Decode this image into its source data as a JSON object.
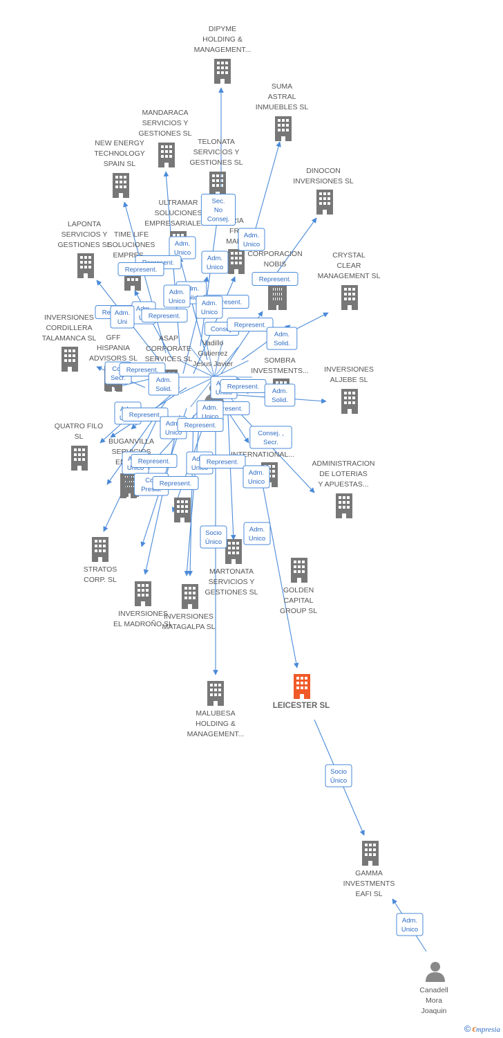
{
  "colors": {
    "edge": "#4a8ad8",
    "building": "#777777",
    "focus": "#f05a28",
    "person": "#888888",
    "label_border": "#4a8ad8"
  },
  "nodes": [
    {
      "id": "dipyme",
      "lines": [
        "DIPYME",
        "HOLDING &",
        "MANAGEMENT..."
      ],
      "icon": "building-icon"
    },
    {
      "id": "suma",
      "lines": [
        "SUMA",
        "ASTRAL",
        "INMUEBLES SL"
      ],
      "icon": "building-icon"
    },
    {
      "id": "mandaraca",
      "lines": [
        "MANDARACA",
        "SERVICIOS Y",
        "GESTIONES SL"
      ],
      "icon": "building-icon"
    },
    {
      "id": "telonata",
      "lines": [
        "TELONATA",
        "SERVICIOS Y",
        "GESTIONES SL"
      ],
      "icon": "building-icon"
    },
    {
      "id": "newenergy",
      "lines": [
        "NEW ENERGY",
        "TECHNOLOGY",
        "SPAIN SL"
      ],
      "icon": "building-icon"
    },
    {
      "id": "dinocon",
      "lines": [
        "DINOCON",
        "INVERSIONES SL"
      ],
      "icon": "building-icon"
    },
    {
      "id": "ultramar",
      "lines": [
        "ULTRAMAR",
        "SOLUCIONES",
        "EMPRESARIALES..."
      ],
      "icon": "building-icon"
    },
    {
      "id": "laponta",
      "lines": [
        "LAPONTA",
        "SERVICIOS Y",
        "GESTIONES SL"
      ],
      "icon": "building-icon"
    },
    {
      "id": "timelife",
      "lines": [
        "TIME LIFE",
        "SOLUCIONES",
        "EMPRES..."
      ],
      "icon": "building-icon"
    },
    {
      "id": "freiria",
      "lines": [
        "RIA",
        "FREI",
        "MADRI"
      ],
      "icon": "building-icon"
    },
    {
      "id": "nobis",
      "lines": [
        "CORPORACION",
        "NOBIS",
        "GL... SL"
      ],
      "icon": "building-icon"
    },
    {
      "id": "crystal",
      "lines": [
        "CRYSTAL",
        "CLEAR",
        "MANAGEMENT SL"
      ],
      "icon": "building-icon"
    },
    {
      "id": "cordillera",
      "lines": [
        "INVERSIONES",
        "CORDILLERA",
        "TALAMANCA SL"
      ],
      "icon": "building-icon"
    },
    {
      "id": "gff",
      "lines": [
        "GFF",
        "HISPANIA",
        "ADVISORS SL"
      ],
      "icon": "building-icon"
    },
    {
      "id": "asap",
      "lines": [
        "ASAP",
        "CORPORATE",
        "SERVICES  SL"
      ],
      "icon": "building-icon"
    },
    {
      "id": "vadillo",
      "lines": [
        "Vadillo",
        "Gutierrez",
        "Jesus Javier"
      ],
      "icon": "person-icon"
    },
    {
      "id": "delta",
      "lines": [
        "SOMBRA",
        "INVESTMENTS..."
      ],
      "icon": "building-icon"
    },
    {
      "id": "aljebe",
      "lines": [
        "INVERSIONES",
        "ALJEBE SL"
      ],
      "icon": "building-icon"
    },
    {
      "id": "quatro",
      "lines": [
        "QUATRO FILO",
        "SL"
      ],
      "icon": "building-icon"
    },
    {
      "id": "buganvilla",
      "lines": [
        "BUGANVILLA",
        "SERVICIOS",
        "EMPRE..."
      ],
      "icon": "building-icon"
    },
    {
      "id": "mag",
      "lines": [
        "MA",
        "G",
        "INTERNATIONAL..."
      ],
      "icon": "building-icon"
    },
    {
      "id": "loterias",
      "lines": [
        "ADMINISTRACION",
        "DE LOTERIAS",
        "Y APUESTAS..."
      ],
      "icon": "building-icon"
    },
    {
      "id": "stratos",
      "lines": [
        "STRATOS",
        "CORP.   SL"
      ],
      "icon": "building-icon"
    },
    {
      "id": "martonata",
      "lines": [
        "MARTONATA",
        "SERVICIOS Y",
        "GESTIONES SL"
      ],
      "icon": "building-icon"
    },
    {
      "id": "golden",
      "lines": [
        "GOLDEN",
        "CAPITAL",
        "GROUP SL"
      ],
      "icon": "building-icon"
    },
    {
      "id": "madrono",
      "lines": [
        "INVERSIONES",
        "EL MADROÑO SL"
      ],
      "icon": "building-icon"
    },
    {
      "id": "matagalpa",
      "lines": [
        "INVERSIONES",
        "MATAGALPA SL"
      ],
      "icon": "building-icon"
    },
    {
      "id": "malubesa",
      "lines": [
        "MALUBESA",
        "HOLDING &",
        "MANAGEMENT..."
      ],
      "icon": "building-icon"
    },
    {
      "id": "leicester",
      "lines": [
        "LEICESTER SL"
      ],
      "icon": "building-icon",
      "focus": true
    },
    {
      "id": "gamma",
      "lines": [
        "GAMMA",
        "INVESTMENTS",
        "EAFI SL"
      ],
      "icon": "building-icon"
    },
    {
      "id": "canadell",
      "lines": [
        "Canadell",
        "Mora",
        "Joaquin"
      ],
      "icon": "person-icon"
    },
    {
      "id": "hidden1",
      "lines": [],
      "icon": "building-icon"
    },
    {
      "id": "hidden2",
      "lines": [],
      "icon": "building-icon"
    },
    {
      "id": "hidden3",
      "lines": [],
      "icon": "building-icon"
    },
    {
      "id": "hidden4",
      "lines": [],
      "icon": "building-icon"
    }
  ],
  "relations": [
    {
      "lines": [
        "Sec.",
        "No",
        "Consej."
      ]
    },
    {
      "lines": [
        "Adm.",
        "Unico"
      ]
    },
    {
      "lines": [
        "Adm.",
        "Unico"
      ]
    },
    {
      "lines": [
        "Represent."
      ]
    },
    {
      "lines": [
        "Adm.",
        "Unico"
      ]
    },
    {
      "lines": [
        "Represent."
      ]
    },
    {
      "lines": [
        "Represent."
      ]
    },
    {
      "lines": [
        "Adm.",
        "Solid."
      ]
    },
    {
      "lines": [
        "Represent."
      ]
    },
    {
      "lines": [
        "Adm.",
        "Unico"
      ]
    },
    {
      "lines": [
        "Represent."
      ]
    },
    {
      "lines": [
        "Adm.",
        "Unico"
      ]
    },
    {
      "lines": [
        "Adm.",
        "Uni"
      ]
    },
    {
      "lines": [
        "Adm.",
        "Uni"
      ]
    },
    {
      "lines": [
        "Represent."
      ]
    },
    {
      "lines": [
        "Consej."
      ]
    },
    {
      "lines": [
        "Represent."
      ]
    },
    {
      "lines": [
        "Adm.",
        "Solid."
      ]
    },
    {
      "lines": [
        "Con",
        "Secr."
      ]
    },
    {
      "lines": [
        "Represent."
      ]
    },
    {
      "lines": [
        "Adm.",
        "Solid."
      ]
    },
    {
      "lines": [
        "Adm.",
        "Unico"
      ]
    },
    {
      "lines": [
        "Represent."
      ]
    },
    {
      "lines": [
        "Adm.",
        "Solid."
      ]
    },
    {
      "lines": [
        "Adm.",
        "Unico"
      ]
    },
    {
      "lines": [
        "Represent."
      ]
    },
    {
      "lines": [
        "Adm.",
        "Unico"
      ]
    },
    {
      "lines": [
        "Represent."
      ]
    },
    {
      "lines": [
        "Adm.",
        "Unico"
      ]
    },
    {
      "lines": [
        "Represent."
      ]
    },
    {
      "lines": [
        "Consej. ,",
        "Secr."
      ]
    },
    {
      "lines": [
        "Adm.",
        "Unico"
      ]
    },
    {
      "lines": [
        "Represent."
      ]
    },
    {
      "lines": [
        "Adm.",
        "Unico"
      ]
    },
    {
      "lines": [
        "Represent."
      ]
    },
    {
      "lines": [
        "Con",
        "Presid."
      ]
    },
    {
      "lines": [
        "Represent."
      ]
    },
    {
      "lines": [
        "Adm.",
        "Unico"
      ]
    },
    {
      "lines": [
        "Socio",
        "Único"
      ]
    },
    {
      "lines": [
        "Adm.",
        "Unico"
      ]
    },
    {
      "lines": [
        "Socio",
        "Único"
      ]
    },
    {
      "lines": [
        "Adm.",
        "Unico"
      ]
    }
  ],
  "footer": {
    "copyright": "©",
    "brand_e": "€",
    "brand_rest": "mpresia"
  }
}
